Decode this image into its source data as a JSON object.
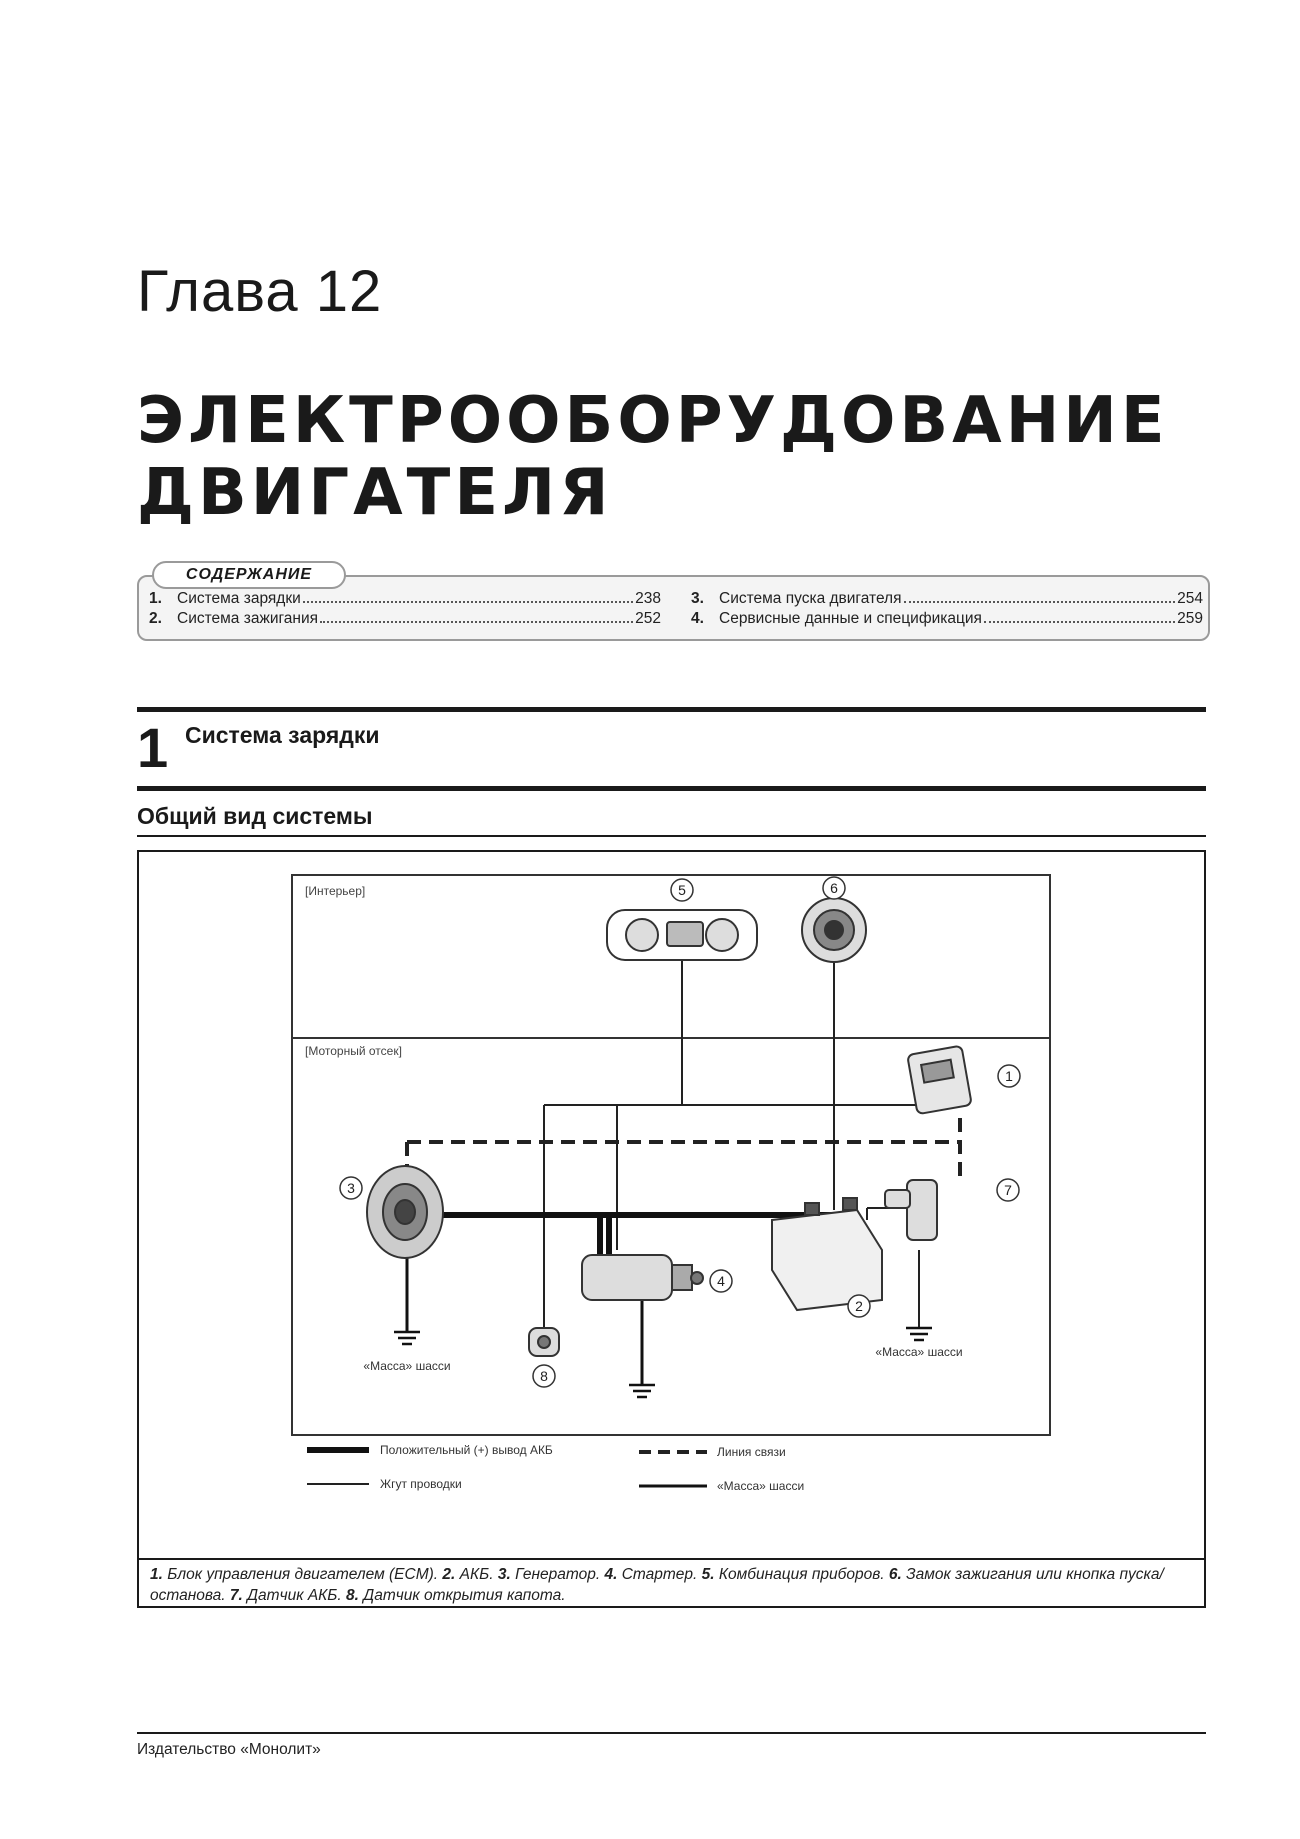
{
  "chapter": {
    "label": "Глава 12",
    "title_line1": "ЭЛЕКТРООБОРУДОВАНИЕ",
    "title_line2": "ДВИГАТЕЛЯ"
  },
  "toc": {
    "heading": "СОДЕРЖАНИЕ",
    "items": [
      {
        "num": "1.",
        "title": "Система зарядки",
        "page": "238"
      },
      {
        "num": "2.",
        "title": "Система зажигания",
        "page": "252"
      },
      {
        "num": "3.",
        "title": "Система пуска двигателя",
        "page": "254"
      },
      {
        "num": "4.",
        "title": "Сервисные данные и спецификация",
        "page": "259"
      }
    ]
  },
  "section": {
    "number": "1",
    "title": "Система зарядки",
    "subtitle": "Общий вид системы"
  },
  "diagram": {
    "zone_interior": "[Интерьер]",
    "zone_engine": "[Моторный отсек]",
    "callouts": [
      "1",
      "2",
      "3",
      "4",
      "5",
      "6",
      "7",
      "8"
    ],
    "ground_label": "«Масса» шасси",
    "legend": {
      "battery_positive": "Положительный (+) вывод АКБ",
      "harness": "Жгут проводки",
      "comm_line": "Линия связи",
      "chassis_ground": "«Масса» шасси"
    }
  },
  "caption": {
    "items": [
      {
        "num": "1.",
        "text": "Блок управления двигателем (ECM)."
      },
      {
        "num": "2.",
        "text": "АКБ."
      },
      {
        "num": "3.",
        "text": "Генератор."
      },
      {
        "num": "4.",
        "text": "Стартер."
      },
      {
        "num": "5.",
        "text": "Комбинация приборов."
      },
      {
        "num": "6.",
        "text": "Замок зажигания или кнопка пуска/останова."
      },
      {
        "num": "7.",
        "text": "Датчик АКБ."
      },
      {
        "num": "8.",
        "text": "Датчик открытия капота."
      }
    ]
  },
  "footer": {
    "publisher": "Издательство «Монолит»"
  }
}
